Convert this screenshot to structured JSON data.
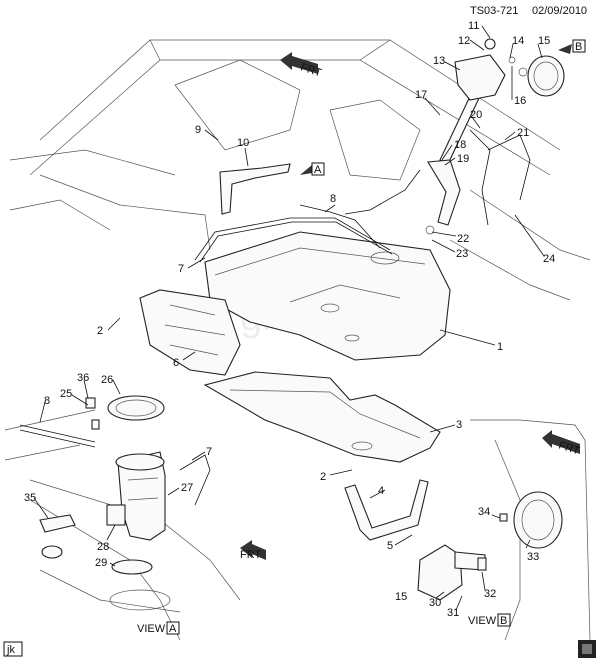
{
  "header": {
    "code": "TS03-721",
    "date": "02/09/2010"
  },
  "watermark": "gm-auto.ru",
  "views": {
    "view_label": "VIEW",
    "a_letter": "A",
    "b_letter": "B"
  },
  "arrows": {
    "front": "FRT"
  },
  "footer": {
    "tag": "jk"
  },
  "callouts": [
    "1",
    "2",
    "2",
    "3",
    "4",
    "5",
    "6",
    "7",
    "7",
    "8",
    "8",
    "9",
    "10",
    "11",
    "12",
    "13",
    "14",
    "15",
    "15",
    "16",
    "17",
    "18",
    "19",
    "20",
    "21",
    "22",
    "23",
    "24",
    "25",
    "26",
    "27",
    "28",
    "29",
    "30",
    "31",
    "32",
    "33",
    "34",
    "35",
    "36"
  ]
}
